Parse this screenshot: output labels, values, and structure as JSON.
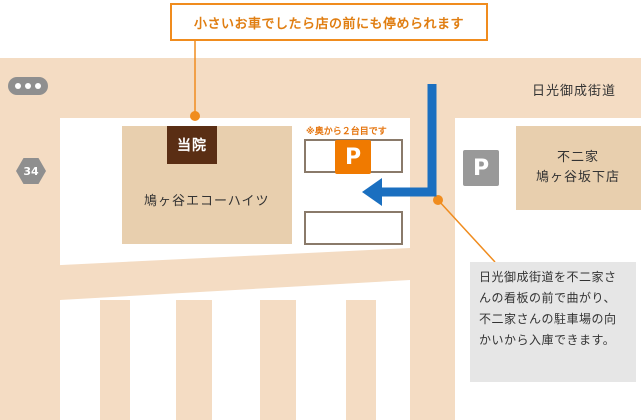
{
  "callout_text": "小さいお車でしたら店の前にも停められます",
  "clinic_label": "当院",
  "building_name": "鳩ヶ谷エコーハイツ",
  "street_name": "日光御成街道",
  "shop_name_line1": "不二家",
  "shop_name_line2": "鳩ヶ谷坂下店",
  "parking_note": "※奥から２台目です",
  "parking_symbol": "P",
  "shop_parking_symbol": "P",
  "route_number": "34",
  "directions": "日光御成街道を不二家さんの看板の前で曲がり、不二家さんの駐車場の向かいから入庫できます。",
  "icons": {
    "route_arrow": "blue-route-arrow-icon",
    "more": "more-dots-icon",
    "route_shield": "route-shield-icon"
  },
  "colors": {
    "road": "#f4dcc3",
    "block": "#e8cfae",
    "accent": "#f08c1e",
    "route": "#1a6fc0",
    "clinic": "#5a2e14",
    "parking": "#f07a00",
    "shop_parking": "#999999",
    "info_bg": "#e6e6e6"
  }
}
